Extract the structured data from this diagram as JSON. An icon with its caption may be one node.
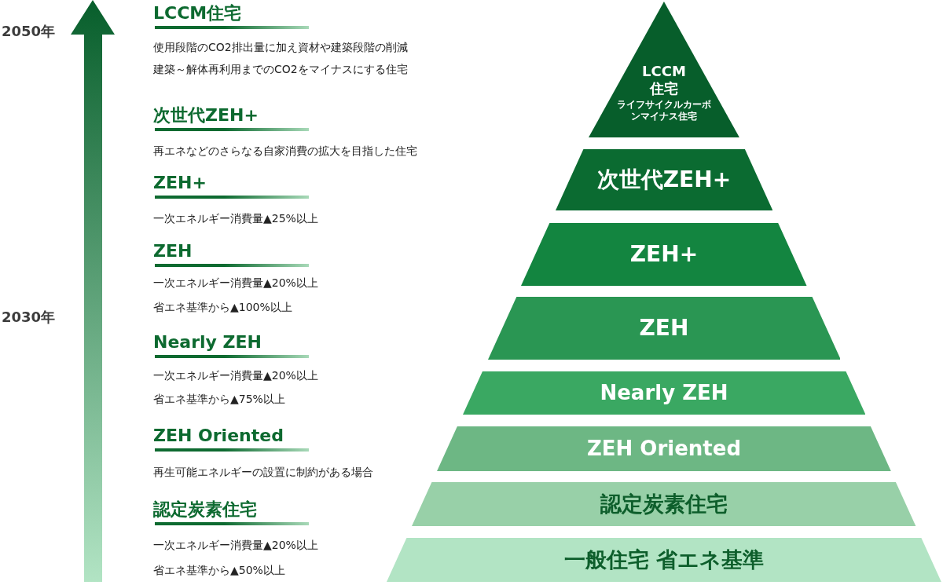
{
  "diagram": {
    "nodes": [
      {
        "text": [
          "LCCM住宅",
          "ライフサイクルカーボンマイナス住宅"
        ]
      },
      {
        "text": [
          "次世代ZEH+"
        ]
      },
      {
        "text": [
          "ZEH+"
        ]
      },
      {
        "text": [
          "ZEH"
        ]
      },
      {
        "text": [
          "Nearly ZEH"
        ]
      },
      {
        "text": [
          "ZEH Oriented"
        ]
      },
      {
        "text": [
          "認定炭素住宅"
        ]
      },
      {
        "text": [
          "一般住宅 省エネ基準"
        ]
      }
    ],
    "labels": [
      "2050年",
      "LCCM住宅",
      "使用段階のCO2排出量に加え資材や建築段階の削減",
      "建築～解体再利用までのCO2をマイナスにする住宅",
      "次世代ZEH+",
      "再エネなどのさらなる自家消費の拡大を目指した住宅",
      "ZEH+",
      "一次エネルギー消費量▲25%以上",
      "ZEH",
      "一次エネルギー消費量▲20%以上",
      "2030年",
      "省エネ基準から▲100%以上",
      "Nearly ZEH",
      "一次エネルギー消費量▲20%以上",
      "省エネ基準から▲75%以上",
      "ZEH Oriented",
      "再生可能エネルギーの設置に制約がある場合",
      "認定炭素住宅",
      "一次エネルギー消費量▲20%以上",
      "省エネ基準から▲50%以上"
    ]
  }
}
